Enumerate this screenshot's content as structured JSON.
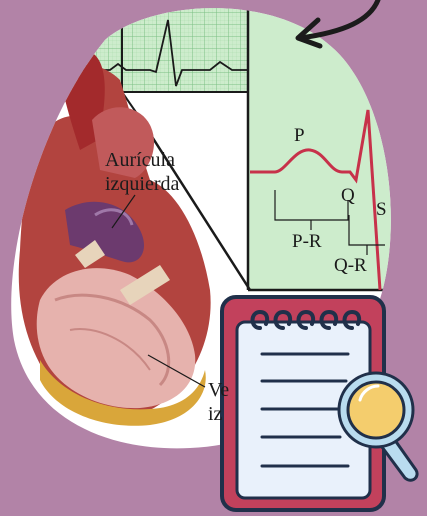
{
  "labels": {
    "auricula_line1": "Aurícula",
    "auricula_line2": "izquierda",
    "ventriculo_line1_partial": "Ve",
    "ventriculo_line2_partial": "iz"
  },
  "ecg_labels": {
    "p": "P",
    "q": "Q",
    "s_partial": "S",
    "pr": "P-R",
    "qr_partial": "Q-R"
  },
  "colors": {
    "background": "#b283a7",
    "ecg_panel": "#cdeccc",
    "ecg_grid": "#7bbf83",
    "ecg_trace": "#c7314a",
    "notepad_frame": "#c2415c",
    "notepad_page": "#e9f1fb",
    "notepad_lines": "#20304a",
    "magnifier_lens": "#f4cd6d",
    "magnifier_rim": "#b9dcef"
  },
  "icons": {
    "arrow": "curved-arrow-icon",
    "notepad": "notepad-icon",
    "magnifier": "magnifier-icon"
  }
}
